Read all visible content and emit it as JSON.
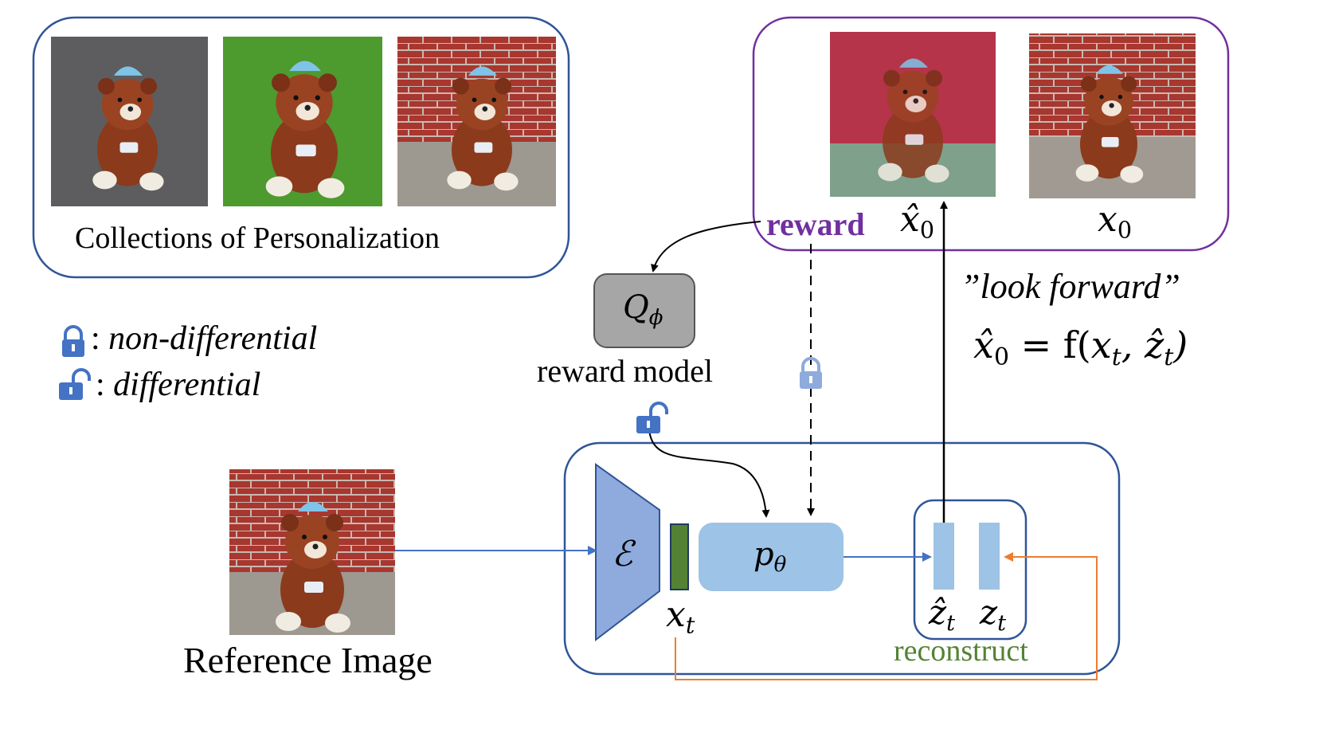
{
  "collections": {
    "caption": "Collections of Personalization"
  },
  "legend": {
    "locked": {
      "icon": "lock-closed-icon",
      "text": "non-differential",
      "prefix": ":"
    },
    "unlocked": {
      "icon": "lock-open-icon",
      "text": "differential",
      "prefix": ":"
    }
  },
  "reward_box": {
    "reward_label": "reward",
    "x0_hat": "x̂",
    "x0": "x",
    "sub0": "0"
  },
  "look_forward": {
    "quote": "”look forward”",
    "formula_lhs": "x̂",
    "formula_eq": " = f(",
    "formula_rhs": "x",
    "formula_z": "ẑ",
    "sub0": "0",
    "subt": "t"
  },
  "reward_model": {
    "symbol": "Q",
    "symbol_sub": "ϕ",
    "caption": "reward model"
  },
  "reference": {
    "caption": "Reference Image"
  },
  "pipeline": {
    "encoder": "ℰ",
    "xt": "x",
    "xt_sub": "t",
    "p_theta": "p",
    "p_theta_sub": "θ",
    "z_hat": "ẑ",
    "z": "z",
    "z_sub": "t",
    "reconstruct": "reconstruct"
  },
  "colors": {
    "blue_border": "#2f5597",
    "purple_border": "#7030a0",
    "reward_text": "#7030a0",
    "encoder_fill": "#8faadc",
    "xt_fill": "#548235",
    "ptheta_fill": "#9dc3e6",
    "latent_fill": "#9dc3e6",
    "orange": "#ed7d31",
    "reconstruct_text": "#548235",
    "q_fill": "#a6a6a6",
    "lock_color": "#4472c4"
  }
}
